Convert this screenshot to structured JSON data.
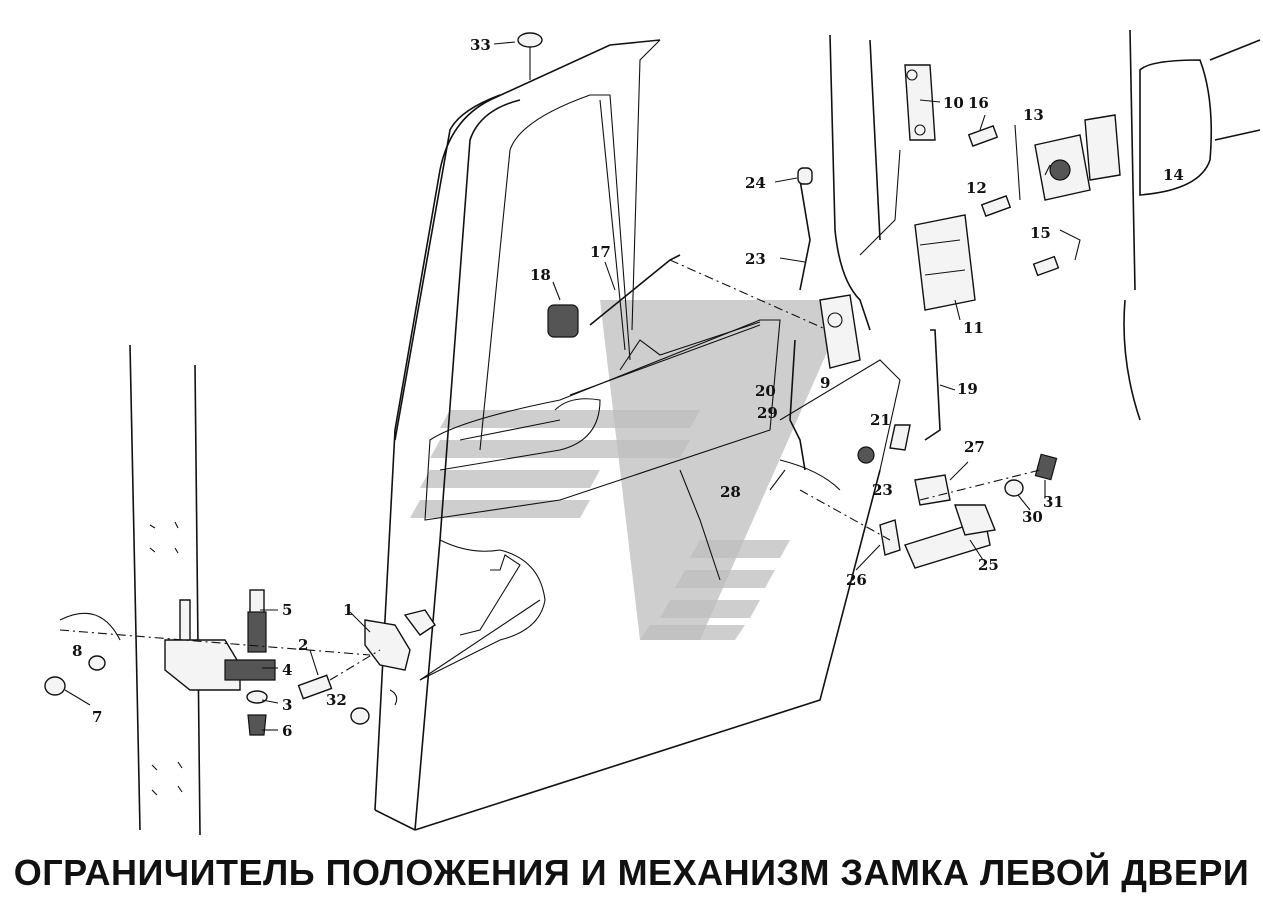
{
  "caption": "ОГРАНИЧИТЕЛЬ ПОЛОЖЕНИЯ И МЕХАНИЗМ ЗАМКА ЛЕВОЙ ДВЕРИ",
  "callouts": [
    "1",
    "2",
    "3",
    "4",
    "5",
    "6",
    "7",
    "8",
    "9",
    "10",
    "11",
    "12",
    "13",
    "14",
    "15",
    "16",
    "17",
    "18",
    "19",
    "20",
    "21",
    "23",
    "23",
    "24",
    "25",
    "26",
    "27",
    "28",
    "29",
    "30",
    "31",
    "32",
    "33"
  ],
  "watermark_color": "#bdbdbd"
}
